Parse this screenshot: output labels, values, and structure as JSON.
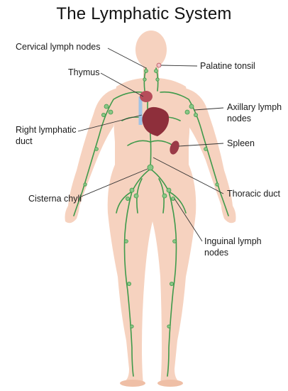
{
  "title": "The Lymphatic System",
  "labels": {
    "cervical": "Cervical lymph nodes",
    "palatine": "Palatine tonsil",
    "thymus": "Thymus",
    "axillary_1": "Axillary lymph",
    "axillary_2": "nodes",
    "right_duct_1": "Right lymphatic",
    "right_duct_2": "duct",
    "spleen": "Spleen",
    "cisterna": "Cisterna chyli",
    "thoracic": "Thoracic duct",
    "inguinal_1": "Inguinal lymph",
    "inguinal_2": "nodes"
  },
  "colors": {
    "skin": "#f6d2bf",
    "skin_edge": "#efbfa6",
    "lymph": "#3f9a4b",
    "node": "#8ac686",
    "heart": "#8e2f3b",
    "thymus": "#b64c5a",
    "spleen": "#9a3a47",
    "vein": "#9fc3e6",
    "leader": "#333333"
  }
}
